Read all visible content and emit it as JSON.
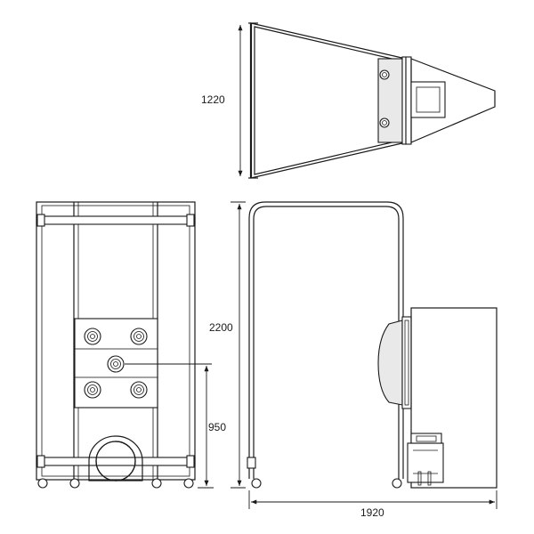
{
  "dimensions": {
    "top_width": "1220",
    "side_height": "2200",
    "front_inlet_height": "950",
    "side_length": "1920"
  }
}
